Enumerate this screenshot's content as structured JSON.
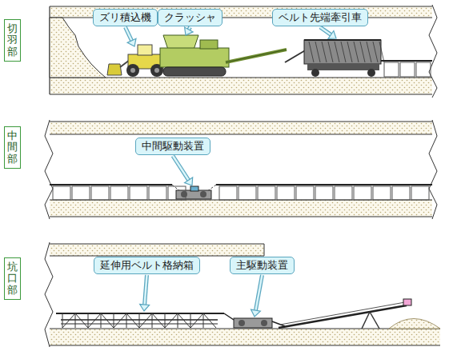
{
  "diagram": {
    "nodes": [
      {
        "text": [
          "切羽部"
        ]
      },
      {
        "text": [
          "ズリ積込機"
        ]
      },
      {
        "text": [
          "クラッシャ"
        ]
      },
      {
        "text": [
          "ベルト先端牽引車"
        ]
      },
      {
        "text": [
          "中間部"
        ]
      },
      {
        "text": [
          "中間駆動装置"
        ]
      },
      {
        "text": [
          "坑口部"
        ]
      },
      {
        "text": [
          "延伸用ベルト格納箱"
        ]
      },
      {
        "text": [
          "主駆動装置"
        ]
      }
    ]
  }
}
